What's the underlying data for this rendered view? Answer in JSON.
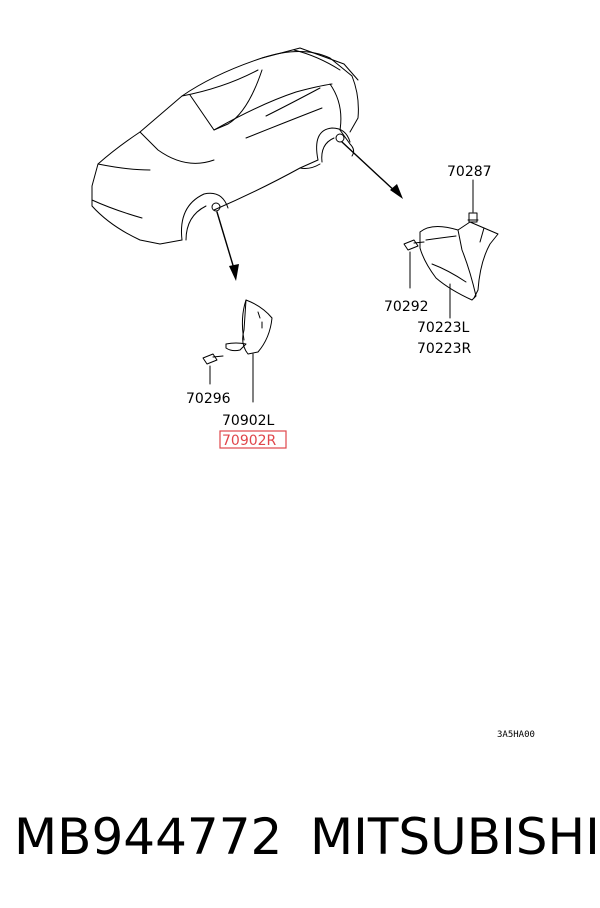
{
  "labels": {
    "part_70287": "70287",
    "part_70292": "70292",
    "part_70223L": "70223L",
    "part_70223R": "70223R",
    "part_70296": "70296",
    "part_70902L": "70902L",
    "part_70902R": "70902R",
    "diagram_code": "3A5HA00"
  },
  "footer": {
    "part_number": "MB944772",
    "brand": "MITSUBISHI"
  },
  "colors": {
    "line": "#000000",
    "highlight": "#e0464b",
    "background": "#ffffff"
  }
}
